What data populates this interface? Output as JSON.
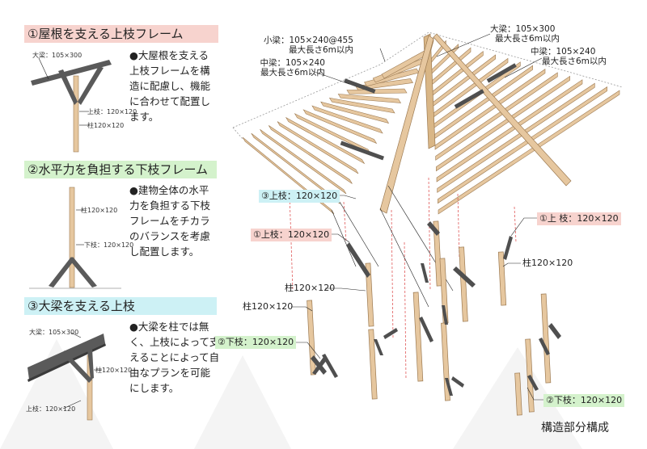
{
  "sections": [
    {
      "heading": "①屋根を支える上枝フレーム",
      "heading_color": "#f7d3ce",
      "description": [
        "●大屋根を支える",
        "上枝フレームを構",
        "造に配慮し、機能",
        "に合わせて配置し",
        "ます。"
      ],
      "labels": {
        "beam": "大梁：105×300",
        "branch": "上枝：120×120",
        "post": "柱120×120"
      }
    },
    {
      "heading": "②水平力を負担する下枝フレーム",
      "heading_color": "#d4f2cc",
      "description": [
        "●建物全体の水平",
        "力を負担する下枝",
        "フレームをチカラ",
        "のバランスを考慮",
        "し配置します。"
      ],
      "labels": {
        "post": "柱120×120",
        "branch": "下枝：120×120"
      }
    },
    {
      "heading": "③大梁を支える上枝",
      "heading_color": "#cdf1f5",
      "description": [
        "●大梁を柱では無",
        "く、上枝によって支",
        "えることによって自",
        "由なプランを可能",
        "にします。"
      ],
      "labels": {
        "beam": "大梁：105×300",
        "post": "柱120×120",
        "branch": "上枝：120×120"
      }
    }
  ],
  "roof_labels": {
    "small_beam": [
      "小梁：105×240@455",
      "最大長さ6m以内"
    ],
    "mid_beam_left": [
      "中梁：105×240",
      "最大長さ6m以内"
    ],
    "big_beam": [
      "大梁：105×300",
      "最大長さ6m以内"
    ],
    "mid_beam_right": [
      "中梁：105×240",
      "最大長さ6m以内"
    ]
  },
  "tags": {
    "cyan_branch": "③上枝：120×120",
    "red_branch_left": "①上枝：120×120",
    "red_branch_right": "①上 枝：120×120",
    "green_branch_left": "②下枝：120×120",
    "green_branch_right": "②下枝：120×120"
  },
  "post_labels": {
    "left_upper": "柱120×120",
    "left_lower": "柱120×120",
    "right": "柱120×120"
  },
  "caption": "構造部分構成",
  "colors": {
    "wood": "#e6c79f",
    "wood_edge": "#9c7a52",
    "steel": "#4f4f4f",
    "leader": "#222222",
    "red_dash": "#e05a5a"
  }
}
